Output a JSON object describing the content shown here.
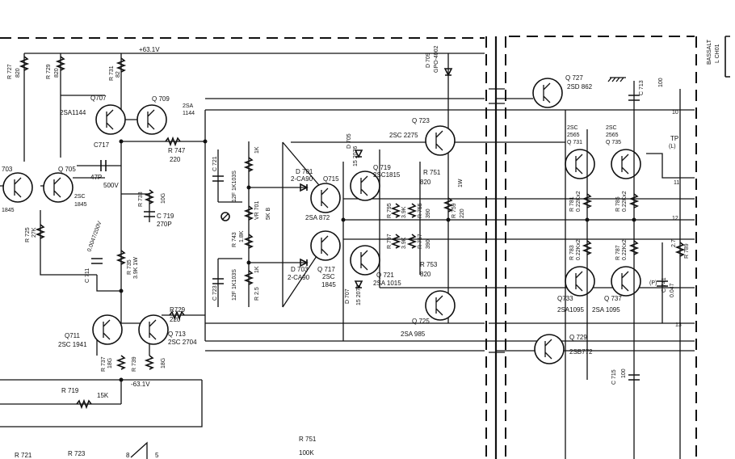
{
  "labels": {
    "supply_pos": "+63.1V",
    "supply_neg": "-63.1V",
    "r727": "R 727",
    "r727_val": "820",
    "r729_top": "R 729",
    "r729_top_val": "820",
    "r731": "R 731",
    "r731_val": "82",
    "q707": "Q707",
    "q709": "Q 709",
    "q709_type_a": "2SA",
    "q709_type_b": "1144",
    "q707_type": "2SA1144",
    "c717": "C717",
    "r747": "R 747",
    "r747_val": "220",
    "c_47p": "47P",
    "c_500v": "500V",
    "q703": "703",
    "q705": "Q 705",
    "q705_type_a": "2SC",
    "q705_type_b": "1845",
    "q703_type": "1845",
    "r733": "R 733",
    "r733_val": "10G",
    "c719": "C 719",
    "c719_val": "270P",
    "r725": "R 725",
    "r725_val": "27K",
    "c_0047": "0.0047/200V",
    "c711": "C 711",
    "r735": "R 735",
    "r735_val": "3.9K 1W",
    "q711": "Q711",
    "q711_type": "2SC 1941",
    "q713": "Q 713",
    "q713_type": "2SC 2704",
    "r729b": "R729",
    "r729b_val": "220",
    "r737": "R 737",
    "r737_val": "18G",
    "r739": "R 739",
    "r739_val": "18G",
    "r719": "R 719",
    "r719_val": "15K",
    "r721": "R 721",
    "r723": "R 723",
    "r751b": "R 751",
    "r751b_val": "100K",
    "pin8": "8",
    "pin5": "5",
    "c721": "C 721",
    "c721_val": "12F 1K103S",
    "c723": "C 723",
    "c723_val": "12F 1K103S",
    "vr701": "VR 701",
    "vr701_val": "5K B",
    "r743": "R 743",
    "r743_val": "1.8K",
    "r745_top": "1K",
    "r745_bot": "1K",
    "r_2k5": "R 2.5",
    "d701": "D 701",
    "d701_type": "2-CA90",
    "d703": "D 703",
    "d703_type": "2-CA90",
    "d705": "D 705",
    "d705_type": "15 2076",
    "d707": "D 707",
    "d707_type": "15 2076",
    "q715": "Q715",
    "q715_type": "2SA 872",
    "q717": "Q 717",
    "q717_type": "2SC",
    "q717_type2": "1845",
    "q719": "Q 719",
    "q719_type": "2SC1815",
    "q721": "Q 721",
    "q721_type": "2SA 1015",
    "r751": "R 751",
    "r751_val": "820",
    "r753": "R 753",
    "r753_val": "820",
    "r755": "R 755",
    "r755_val": "390",
    "r757": "R 757",
    "r757_val": "390",
    "r795": "R 795",
    "r795_val": "3.9K",
    "r797": "R 797",
    "r797_val": "3.9K",
    "r759": "R 759",
    "r759_val": "220",
    "r_1w": "1W",
    "q723": "Q 723",
    "q723_type": "2SC 2275",
    "q725": "Q 725",
    "q725_type": "2SA 985",
    "d709": "D 709",
    "d709_type": "GPO-4002",
    "q727": "Q 727",
    "q727_type": "2SD 862",
    "q729": "Q 729",
    "q729_type": "2SB772",
    "q731": "Q 731",
    "q731_type_a": "2SC",
    "q731_type_b": "2565",
    "q735": "Q 735",
    "q735_type_a": "2SC",
    "q735_type_b": "2565",
    "q733": "Q733",
    "q733_type": "2SA1095",
    "q737": "Q 737",
    "q737_type": "2SA 1095",
    "r781": "R 781",
    "r781_val": "0.22Kx2",
    "r785": "R 785",
    "r785_val": "0.22Kx2",
    "r783": "R 783",
    "r783_val": "0.22Kx2",
    "r787": "R 787",
    "r787_val": "0.22Kx2",
    "c713": "C 713",
    "c713_val": "100",
    "c715": "C 715",
    "c715_val": "100",
    "c741": "C 741",
    "c741_val": "0.047",
    "r789": "R 789",
    "r789_val": "2.7",
    "tp": "TP",
    "tp_sub": "(L)",
    "p_mark": "(P)",
    "pin_10": "10",
    "pin_11": "11",
    "pin_12": "12",
    "pin_13": "13",
    "bassalt": "BASSALT",
    "lch01": "L CH01"
  }
}
